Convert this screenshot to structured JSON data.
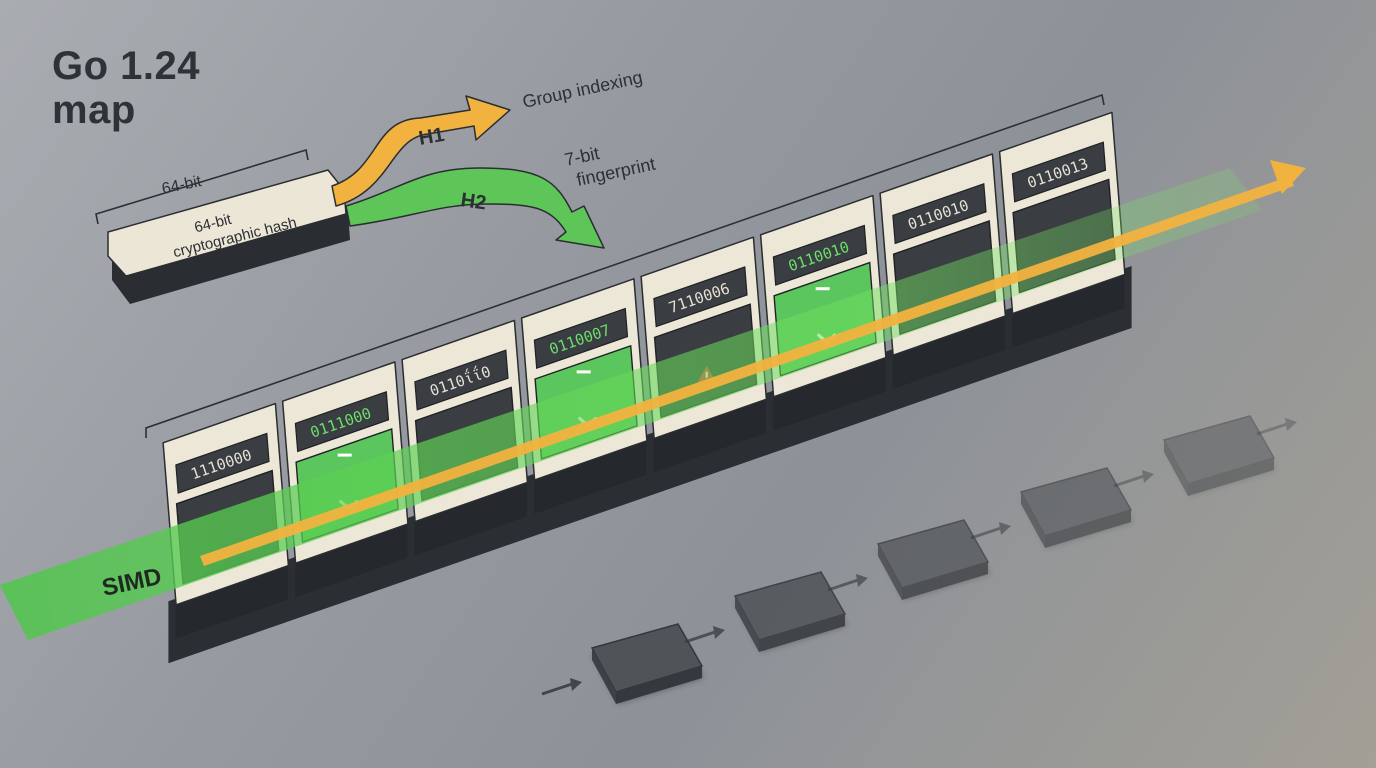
{
  "title": {
    "line1": "Go 1.24",
    "line2": "map"
  },
  "hash": {
    "bracket_label": "64-bit",
    "key_line1": "64-bit",
    "key_line2": "cryptographic hash"
  },
  "h1": {
    "label": "H1",
    "description": "Group indexing"
  },
  "h2": {
    "label": "H2",
    "description_line1": "7-bit",
    "description_line2": "fingerprint"
  },
  "simd": {
    "label": "SIMD"
  },
  "slots": [
    {
      "fingerprint": "1110000",
      "match": false,
      "indicator": "none"
    },
    {
      "fingerprint": "0111000",
      "match": true,
      "indicator": "check"
    },
    {
      "fingerprint": "0110ΐΐ0",
      "match": false,
      "indicator": "none"
    },
    {
      "fingerprint": "0110007",
      "match": true,
      "indicator": "check"
    },
    {
      "fingerprint": "7110006",
      "match": false,
      "indicator": "warning"
    },
    {
      "fingerprint": "0110010",
      "match": true,
      "indicator": "check"
    },
    {
      "fingerprint": "0110010",
      "match": false,
      "indicator": "none"
    },
    {
      "fingerprint": "0110013",
      "match": false,
      "indicator": "none"
    }
  ],
  "chain": {
    "node_count": 5
  },
  "colors": {
    "h1": "#f2b23f",
    "h2": "#5ec659",
    "match": "#5bc65d",
    "warning": "#e03b3b",
    "match_text": "#6ee06a"
  }
}
